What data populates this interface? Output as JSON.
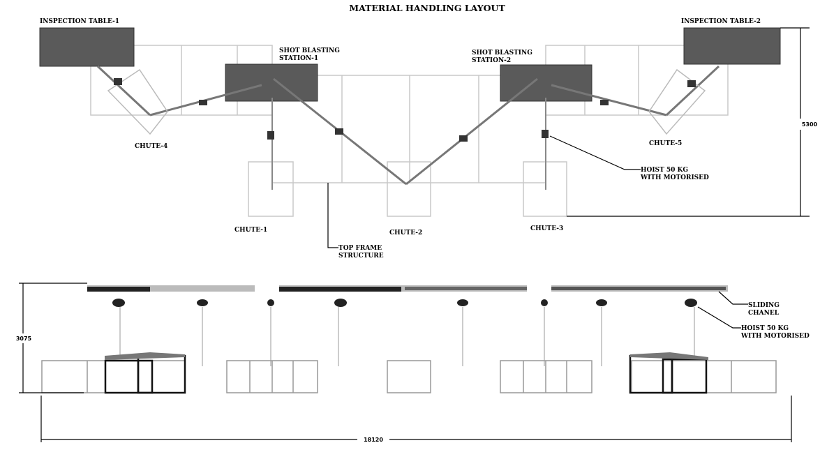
{
  "title": "MATERIAL HANDLING LAYOUT",
  "labels": {
    "inspection_table_1": "INSPECTION TABLE-1",
    "inspection_table_2": "INSPECTION TABLE-2",
    "shot_blasting_1": [
      "SHOT BLASTING",
      "STATION-1"
    ],
    "shot_blasting_2": [
      "SHOT BLASTING",
      "STATION-2"
    ],
    "chute_1": "CHUTE-1",
    "chute_2": "CHUTE-2",
    "chute_3": "CHUTE-3",
    "chute_4": "CHUTE-4",
    "chute_5": "CHUTE-5",
    "hoist_top": [
      "HOIST 50 KG",
      "WITH MOTORISED"
    ],
    "top_frame": [
      "TOP FRAME",
      "STRUCTURE"
    ],
    "sliding_channel": [
      "SLIDING",
      "CHANEL"
    ],
    "hoist_bottom": [
      "HOIST 50 KG",
      "WITH MOTORISED"
    ]
  },
  "dimensions": {
    "plan_depth": "5300",
    "elevation_height": "3075",
    "total_length": "18120"
  }
}
